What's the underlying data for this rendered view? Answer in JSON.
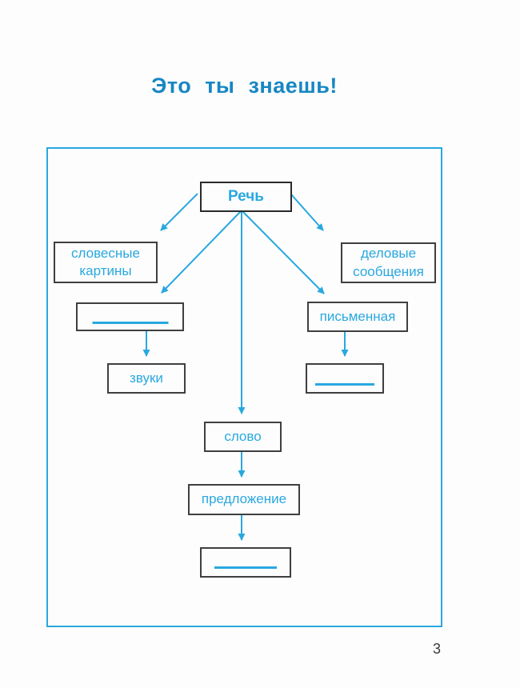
{
  "page": {
    "title": "Это ты знаешь!",
    "page_number": "3"
  },
  "colors": {
    "accent": "#29a8e0",
    "title": "#1886c4",
    "box_border": "#3f3f3f",
    "page_num": "#3b3b3b"
  },
  "diagram": {
    "nodes": {
      "root": "Речь",
      "verbal_pictures": "словесные картины",
      "business_messages": "деловые сообщения",
      "written": "письменная",
      "sounds": "звуки",
      "word": "слово",
      "sentence": "предложение"
    }
  }
}
